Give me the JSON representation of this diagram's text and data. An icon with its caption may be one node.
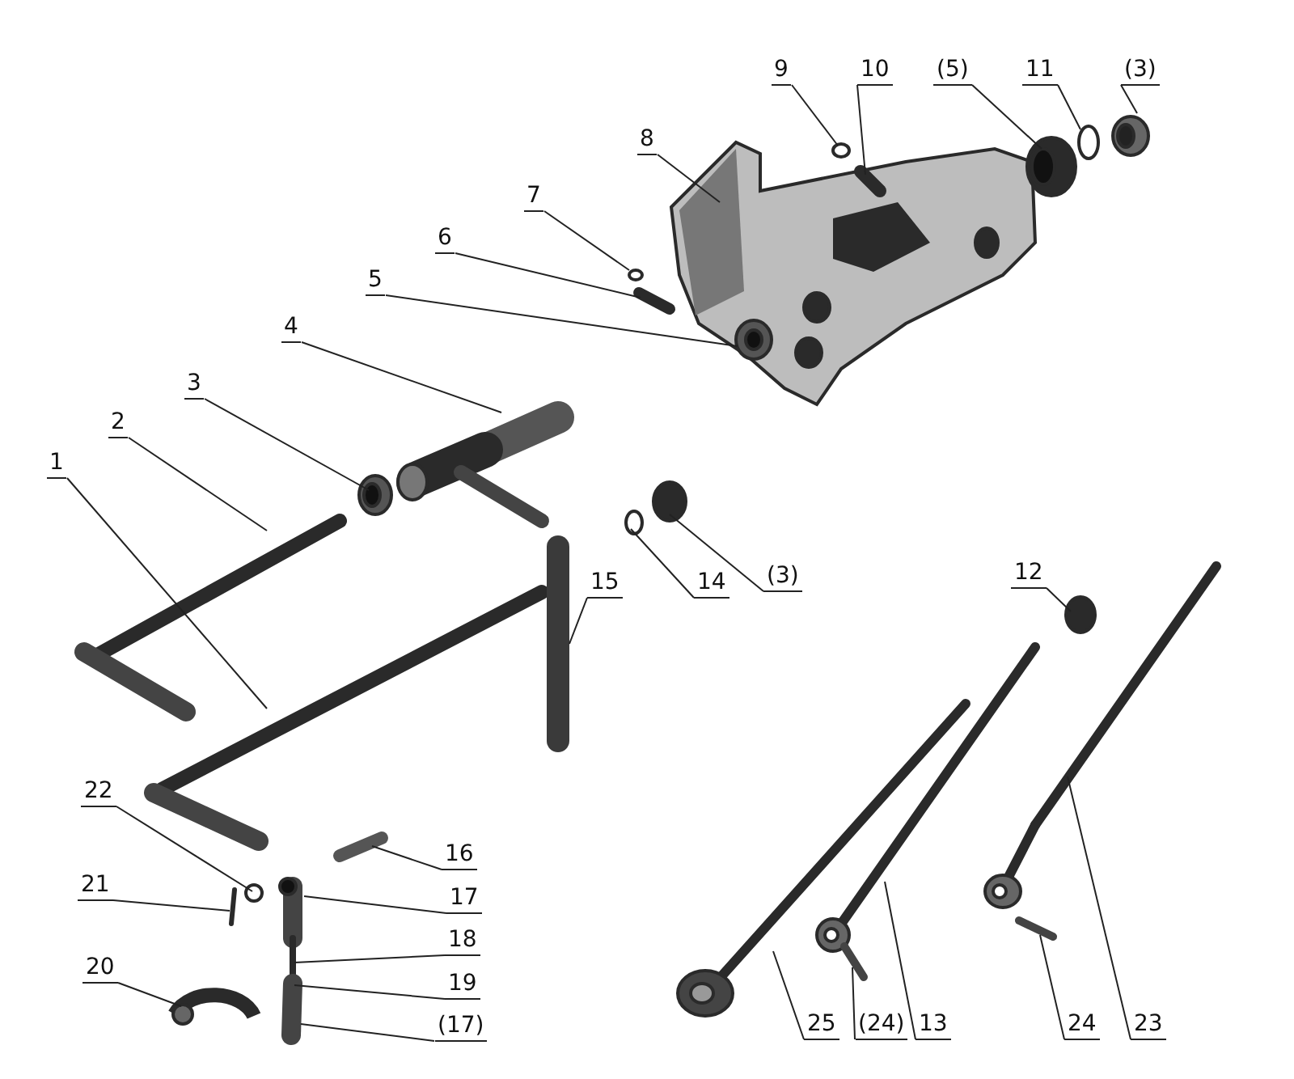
{
  "diagram": {
    "nodes": [
      {
        "text": [
          "9"
        ]
      },
      {
        "text": [
          "10"
        ]
      },
      {
        "text": [
          "(5)"
        ]
      },
      {
        "text": [
          "11"
        ]
      },
      {
        "text": [
          "(3)"
        ]
      },
      {
        "text": [
          "8"
        ]
      },
      {
        "text": [
          "7"
        ]
      },
      {
        "text": [
          "6"
        ]
      },
      {
        "text": [
          "5"
        ]
      },
      {
        "text": [
          "4"
        ]
      },
      {
        "text": [
          "3"
        ]
      },
      {
        "text": [
          "2"
        ]
      },
      {
        "text": [
          "1"
        ]
      },
      {
        "text": [
          "15"
        ]
      },
      {
        "text": [
          "14"
        ]
      },
      {
        "text": [
          "(3)"
        ]
      },
      {
        "text": [
          "12"
        ]
      },
      {
        "text": [
          "16"
        ]
      },
      {
        "text": [
          "22"
        ]
      },
      {
        "text": [
          "17"
        ]
      },
      {
        "text": [
          "21"
        ]
      },
      {
        "text": [
          "18"
        ]
      },
      {
        "text": [
          "19"
        ]
      },
      {
        "text": [
          "20"
        ]
      },
      {
        "text": [
          "(17)"
        ]
      },
      {
        "text": [
          "25"
        ]
      },
      {
        "text": [
          "(24)"
        ]
      },
      {
        "text": [
          "13"
        ]
      },
      {
        "text": [
          "24"
        ]
      },
      {
        "text": [
          "23"
        ]
      }
    ],
    "edges": [
      {
        "from": 0,
        "to": null,
        "arrow": "none"
      },
      {
        "from": 1,
        "to": null,
        "arrow": "none"
      },
      {
        "from": 2,
        "to": null,
        "arrow": "none"
      },
      {
        "from": 3,
        "to": null,
        "arrow": "none"
      },
      {
        "from": 4,
        "to": null,
        "arrow": "none"
      },
      {
        "from": 5,
        "to": null,
        "arrow": "none"
      },
      {
        "from": 6,
        "to": null,
        "arrow": "none"
      },
      {
        "from": 7,
        "to": null,
        "arrow": "none"
      },
      {
        "from": 8,
        "to": null,
        "arrow": "none"
      },
      {
        "from": 9,
        "to": null,
        "arrow": "none"
      },
      {
        "from": 10,
        "to": null,
        "arrow": "none"
      },
      {
        "from": 11,
        "to": null,
        "arrow": "none"
      },
      {
        "from": 12,
        "to": null,
        "arrow": "none"
      },
      {
        "from": 13,
        "to": null,
        "arrow": "none"
      },
      {
        "from": 14,
        "to": null,
        "arrow": "none"
      },
      {
        "from": 15,
        "to": null,
        "arrow": "none"
      },
      {
        "from": 16,
        "to": null,
        "arrow": "none"
      },
      {
        "from": 17,
        "to": null,
        "arrow": "none"
      },
      {
        "from": 18,
        "to": null,
        "arrow": "none"
      },
      {
        "from": 19,
        "to": null,
        "arrow": "none"
      },
      {
        "from": 20,
        "to": null,
        "arrow": "none"
      },
      {
        "from": 21,
        "to": null,
        "arrow": "none"
      },
      {
        "from": 22,
        "to": null,
        "arrow": "none"
      },
      {
        "from": 23,
        "to": null,
        "arrow": "none"
      },
      {
        "from": 24,
        "to": null,
        "arrow": "none"
      },
      {
        "from": 25,
        "to": null,
        "arrow": "none"
      },
      {
        "from": 26,
        "to": null,
        "arrow": "none"
      },
      {
        "from": 27,
        "to": null,
        "arrow": "none"
      },
      {
        "from": 28,
        "to": null,
        "arrow": "none"
      },
      {
        "from": 29,
        "to": null,
        "arrow": "none"
      }
    ]
  }
}
